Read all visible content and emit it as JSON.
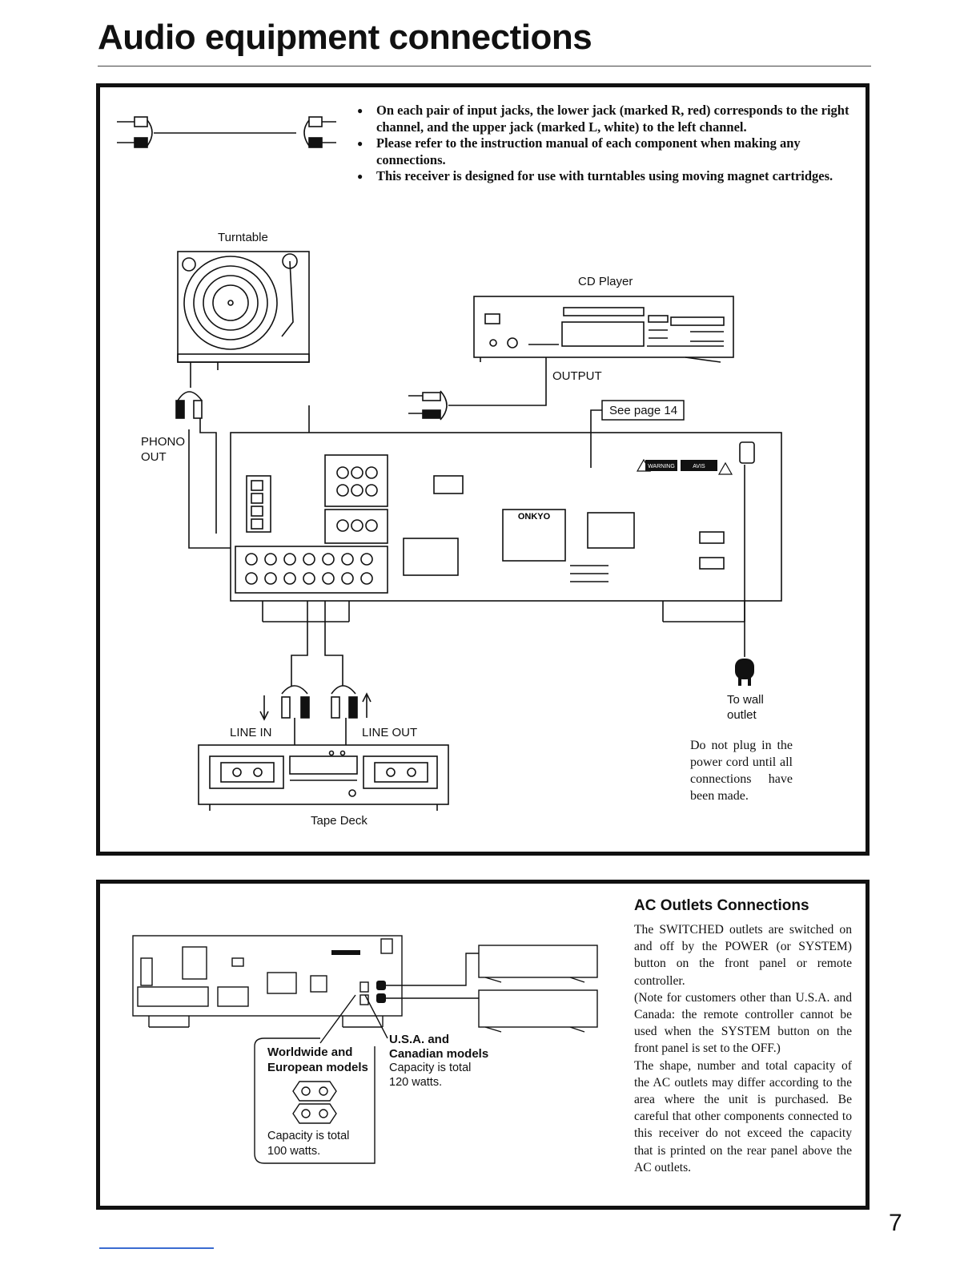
{
  "page": {
    "title": "Audio equipment connections",
    "page_number": "7"
  },
  "notes": [
    "On each pair of input jacks, the lower jack (marked R, red) corresponds to the right channel, and the upper jack (marked L, white) to the left channel.",
    "Please refer to the instruction manual of each component when making any connections.",
    "This receiver is designed for use with turntables using moving magnet cartridges."
  ],
  "diagram": {
    "turntable_label": "Turntable",
    "cd_label": "CD Player",
    "output_label": "OUTPUT",
    "see_page": "See page 14",
    "phono_out_1": "PHONO",
    "phono_out_2": "OUT",
    "line_in": "LINE IN",
    "line_out": "LINE OUT",
    "tape_label": "Tape Deck",
    "wall_1": "To wall",
    "wall_2": "outlet",
    "brand": "ONKYO",
    "warning": "WARNING",
    "avis": "AVIS",
    "caution_text": "Do not plug in the power cord until all connections have been made."
  },
  "ac_section": {
    "title": "AC Outlets Connections",
    "body_1": "The SWITCHED outlets are switched on and off by the POWER (or SYSTEM) button on the front panel or remote controller.",
    "body_2": "(Note for customers other than U.S.A. and Canada: the remote controller cannot be used when the SYSTEM button on the front panel is set to the OFF.)",
    "body_3": "The shape, number and total capacity of the AC outlets may differ according to the area where the unit is purchased. Be careful that other components connected to this receiver do not exceed the capacity that is printed on the rear panel above the AC outlets.",
    "usa_1": "U.S.A. and",
    "usa_2": "Canadian models",
    "usa_3": "Capacity is total",
    "usa_4": "120 watts.",
    "eu_1": "Worldwide and",
    "eu_2": "European models",
    "eu_3": "Capacity is total",
    "eu_4": "100 watts."
  }
}
